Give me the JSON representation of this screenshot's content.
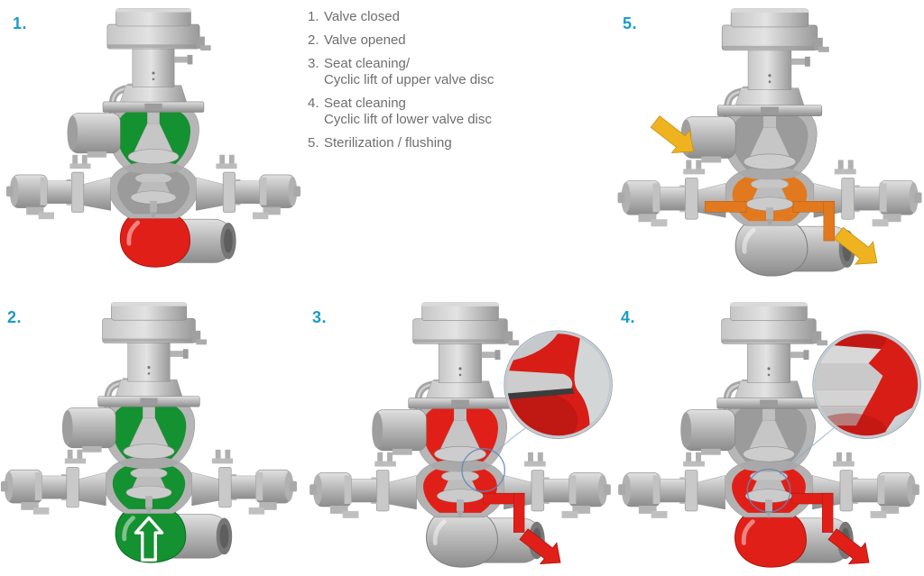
{
  "figure": {
    "name": "mixproof-valve-operating-positions"
  },
  "palette": {
    "accent_blue": "#1b9bc6",
    "text_gray": "#6e6e6e",
    "green": "#149130",
    "green_dark": "#0a6b1f",
    "red": "#e02018",
    "red_dark": "#a8130f",
    "orange": "#e2791e",
    "orange_dark": "#b55c10",
    "yellow": "#eeb31f",
    "yellow_dark": "#c98f12",
    "inset_red": "#d81d17",
    "annotation_blue": "#6286b8"
  },
  "legend": [
    {
      "num": "1.",
      "line1": "Valve closed",
      "line2": ""
    },
    {
      "num": "2.",
      "line1": "Valve opened",
      "line2": ""
    },
    {
      "num": "3.",
      "line1": "Seat cleaning/",
      "line2": "Cyclic lift of upper valve disc"
    },
    {
      "num": "4.",
      "line1": "Seat cleaning",
      "line2": "Cyclic lift of lower valve disc"
    },
    {
      "num": "5.",
      "line1": "Sterilization / flushing",
      "line2": ""
    }
  ],
  "panels": [
    {
      "label": "1.",
      "name": "valve-closed",
      "state": {
        "upper": "green",
        "lower": "metal",
        "bulb": "red",
        "arrows": [],
        "leak": null,
        "leakBoth": false,
        "inset": null,
        "circle": null
      }
    },
    {
      "label": "2.",
      "name": "valve-opened",
      "state": {
        "upper": "green",
        "lower": "green",
        "bulb": "green",
        "arrows": [
          "up-white"
        ],
        "leak": null,
        "leakBoth": false,
        "inset": null,
        "circle": null
      }
    },
    {
      "label": "3.",
      "name": "seat-cleaning-upper-disc",
      "state": {
        "upper": "red",
        "lower": "red",
        "bulb": "metal",
        "arrows": [
          "out-red"
        ],
        "leak": "red",
        "leakBoth": false,
        "inset": "upper",
        "circle": [
          196,
          196
        ]
      }
    },
    {
      "label": "4.",
      "name": "seat-cleaning-lower-disc",
      "state": {
        "upper": "metal",
        "lower": "red",
        "bulb": "red",
        "arrows": [
          "out-red"
        ],
        "leak": "red",
        "leakBoth": false,
        "inset": "lower",
        "circle": [
          170,
          219
        ]
      }
    },
    {
      "label": "5.",
      "name": "sterilization-flushing",
      "state": {
        "upper": "metal",
        "lower": "orange",
        "bulb": "metal",
        "arrows": [
          "in-yellow",
          "out-yellow"
        ],
        "leak": "orange",
        "leakBoth": true,
        "inset": null,
        "circle": null
      }
    }
  ]
}
